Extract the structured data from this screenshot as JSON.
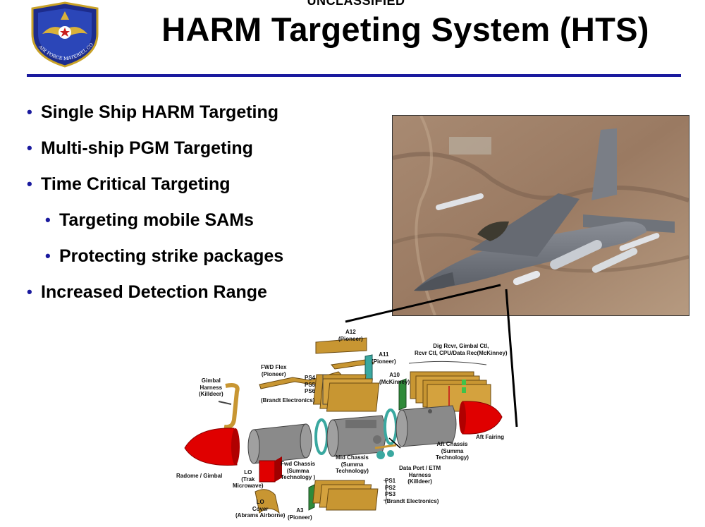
{
  "classification": "UNCLASSIFIED",
  "title": "HARM Targeting System (HTS)",
  "emblem_text": "AIR FORCE MATERIEL COMMAND",
  "bullets": [
    {
      "text": "Single Ship HARM Targeting",
      "level": 1
    },
    {
      "text": "Multi-ship PGM Targeting",
      "level": 1
    },
    {
      "text": "Time Critical Targeting",
      "level": 1
    },
    {
      "text": "Targeting mobile SAMs",
      "level": 2
    },
    {
      "text": "Protecting strike packages",
      "level": 2
    },
    {
      "text": "Increased Detection Range",
      "level": 1
    }
  ],
  "bullet_symbol": "•",
  "colors": {
    "accent": "#1a1a9e",
    "component_red": "#e00000",
    "component_tan": "#c89632",
    "component_gray": "#8a8a8a",
    "component_teal": "#3aa8a0"
  },
  "diagram_labels": {
    "a12": "A12\n(Pioneer)",
    "a11": "A11\n(Pioneer)",
    "dig_rcvr": "Dig Rcvr, Gimbal Ctl,\nRcvr Ctl, CPU/Data Rec(McKinney)",
    "fwd_flex": "FWD Flex\n(Pioneer)",
    "ps456": "PS4\nPS5\nPS6",
    "a10": "A10\n(McKinney)",
    "gimbal_harness": "Gimbal\nHarness\n(Killdeer)",
    "brandt_top": "(Brandt Electronics)",
    "aft_fairing": "Aft Fairing",
    "aft_chassis": "Aft Chassis\n(Summa\nTechnology)",
    "radome": "Radome / Gimbal",
    "lo_trak": "LO\n(Trak\nMicrowave)",
    "fwd_chassis": "Fwd Chassis\n(Summa\nTechnology )",
    "mid_chassis": "Mid Chassis\n(Summa\nTechnology)",
    "data_port": "Data Port / ETM\nHarness\n(Killdeer)",
    "ps123": "PS1\nPS2\nPS3\n(Brandt Electronics)",
    "lo_cover": "LO\nCover\n(Abrams Airborne)",
    "a3": "A3\n(Pioneer)"
  }
}
